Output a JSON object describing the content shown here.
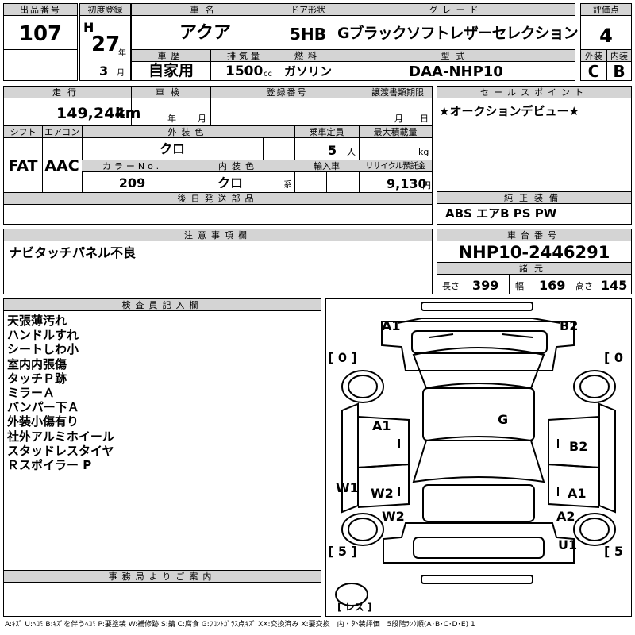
{
  "header": {
    "lot_no_label": "出品番号",
    "lot_no": "107",
    "first_reg_label": "初度登録",
    "era": "H",
    "reg_year": "27",
    "year_unit": "年",
    "reg_month": "3",
    "month_unit": "月",
    "car_name_label": "車名",
    "car_name": "アクア",
    "door_label": "ドア形状",
    "door": "5HB",
    "grade_label": "グレード",
    "grade": "Gブラックソフトレザーセレクション",
    "score_label": "評価点",
    "score": "4",
    "history_label": "車歴",
    "history": "自家用",
    "displacement_label": "排気量",
    "displacement": "1500",
    "displacement_unit": "cc",
    "fuel_label": "燃料",
    "fuel": "ガソリン",
    "model_label": "型式",
    "model": "DAA-NHP10",
    "exterior_label": "外装",
    "exterior": "C",
    "interior_label": "内装",
    "interior": "B"
  },
  "row2": {
    "mileage_label": "走行",
    "mileage": "149,244",
    "mileage_unit": "km",
    "inspection_label": "車検",
    "inspection_year_unit": "年",
    "inspection_month_unit": "月",
    "reg_no_label": "登録番号",
    "transfer_label": "譲渡書類期限",
    "transfer_month_unit": "月",
    "transfer_day_unit": "日",
    "shift_label": "シフト",
    "shift": "FAT",
    "ac_label": "エアコン",
    "ac": "AAC",
    "ext_color_label": "外装色",
    "ext_color": "クロ",
    "capacity_label": "乗車定員",
    "capacity": "5",
    "capacity_unit": "人",
    "max_load_label": "最大積載量",
    "max_load_unit": "kg",
    "color_no_label": "カラーNo.",
    "color_no": "209",
    "int_color_label": "内装色",
    "int_color": "クロ",
    "int_color_unit": "系",
    "import_label": "輸入車",
    "recycle_label": "リサイクル預託金",
    "recycle": "9,130",
    "recycle_unit": "円",
    "later_parts_label": "後日発送部品"
  },
  "sales": {
    "label": "セールスポイント",
    "text": "★オークションデビュー★"
  },
  "equipment": {
    "label": "純正装備",
    "text": "ABS エアB PS PW"
  },
  "caution": {
    "label": "注意事項欄",
    "text": "ナビタッチパネル不良"
  },
  "chassis": {
    "label": "車台番号",
    "number": "NHP10-2446291"
  },
  "specs": {
    "label": "諸元",
    "length_label": "長さ",
    "length": "399",
    "width_label": "幅",
    "width": "169",
    "height_label": "高さ",
    "height": "145"
  },
  "inspector": {
    "label": "検査員記入欄",
    "notes": [
      "天張薄汚れ",
      "ハンドルすれ",
      "シートしわ小",
      "室内内張傷",
      "タッチＰ跡",
      "ミラーＡ",
      "バンパー下Ａ",
      "外装小傷有り",
      "社外アルミホイール",
      "スタッドレスタイヤ",
      "Ｒスポイラー P"
    ]
  },
  "office": {
    "label": "事務局よりご案内"
  },
  "diagram": {
    "tread_left_front": "0",
    "tread_right_front": "0",
    "tread_left_rear": "5",
    "tread_right_rear": "5",
    "spare": "レス",
    "marks": {
      "front_left": "A1",
      "front_right": "B2",
      "roof": "G",
      "left_front_door": "A1",
      "right_front_door": "B2",
      "left_sill": "W1",
      "left_rear_door": "W2",
      "left_rear_fender": "W2",
      "right_rear_door": "A1",
      "right_rear_fender": "A2",
      "rear_right": "U1"
    }
  },
  "legend": "A:ｷｽﾞ U:ﾍｺﾐ B:ｷｽﾞを伴うﾍｺﾐ P:要塗装 W:補修跡 S:錆 C:腐食 G:ﾌﾛﾝﾄｶﾞﾗｽ点ｷｽﾞ XX:交換済み X:要交換　内・外装評価　5段階ﾗﾝｸ順(A･B･C･D･E) 1"
}
